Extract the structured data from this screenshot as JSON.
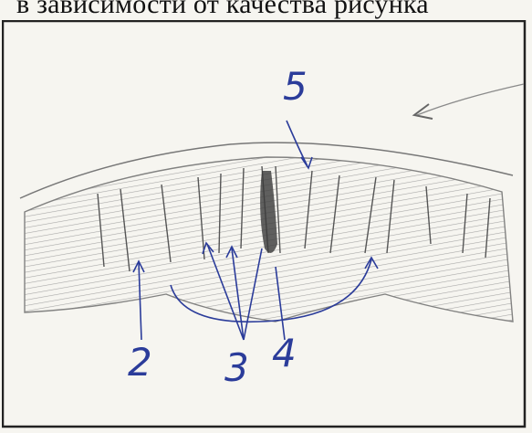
{
  "caption": "в зависимости от качества рисунка",
  "labels": {
    "l5": "5",
    "l2": "2",
    "l3": "3",
    "l4": "4"
  },
  "colors": {
    "ink_blue": "#2b3c9a",
    "pencil": "#4a4a4a",
    "paper": "#f6f5f0"
  }
}
